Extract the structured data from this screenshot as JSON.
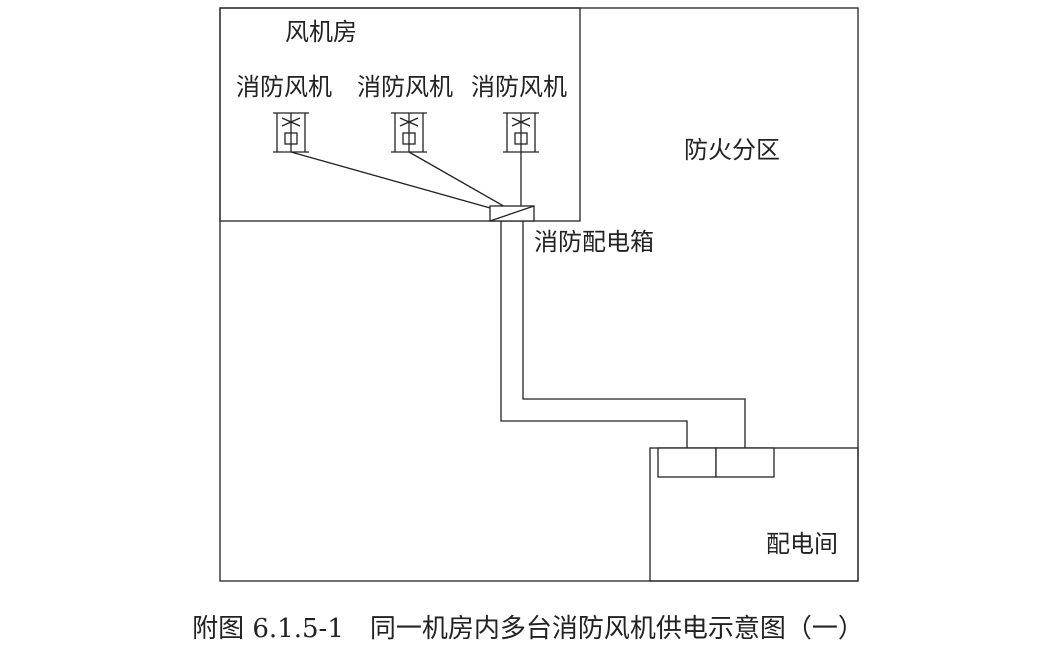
{
  "labels": {
    "fan_room": "风机房",
    "fire_zone": "防火分区",
    "fire_distribution_box": "消防配电箱",
    "power_distribution_room": "配电间",
    "fans": [
      "消防风机",
      "消防风机",
      "消防风机"
    ]
  },
  "caption": "附图 6.1.5-1　同一机房内多台消防风机供电示意图（一）",
  "colors": {
    "line": "#222222",
    "background": "#ffffff"
  }
}
